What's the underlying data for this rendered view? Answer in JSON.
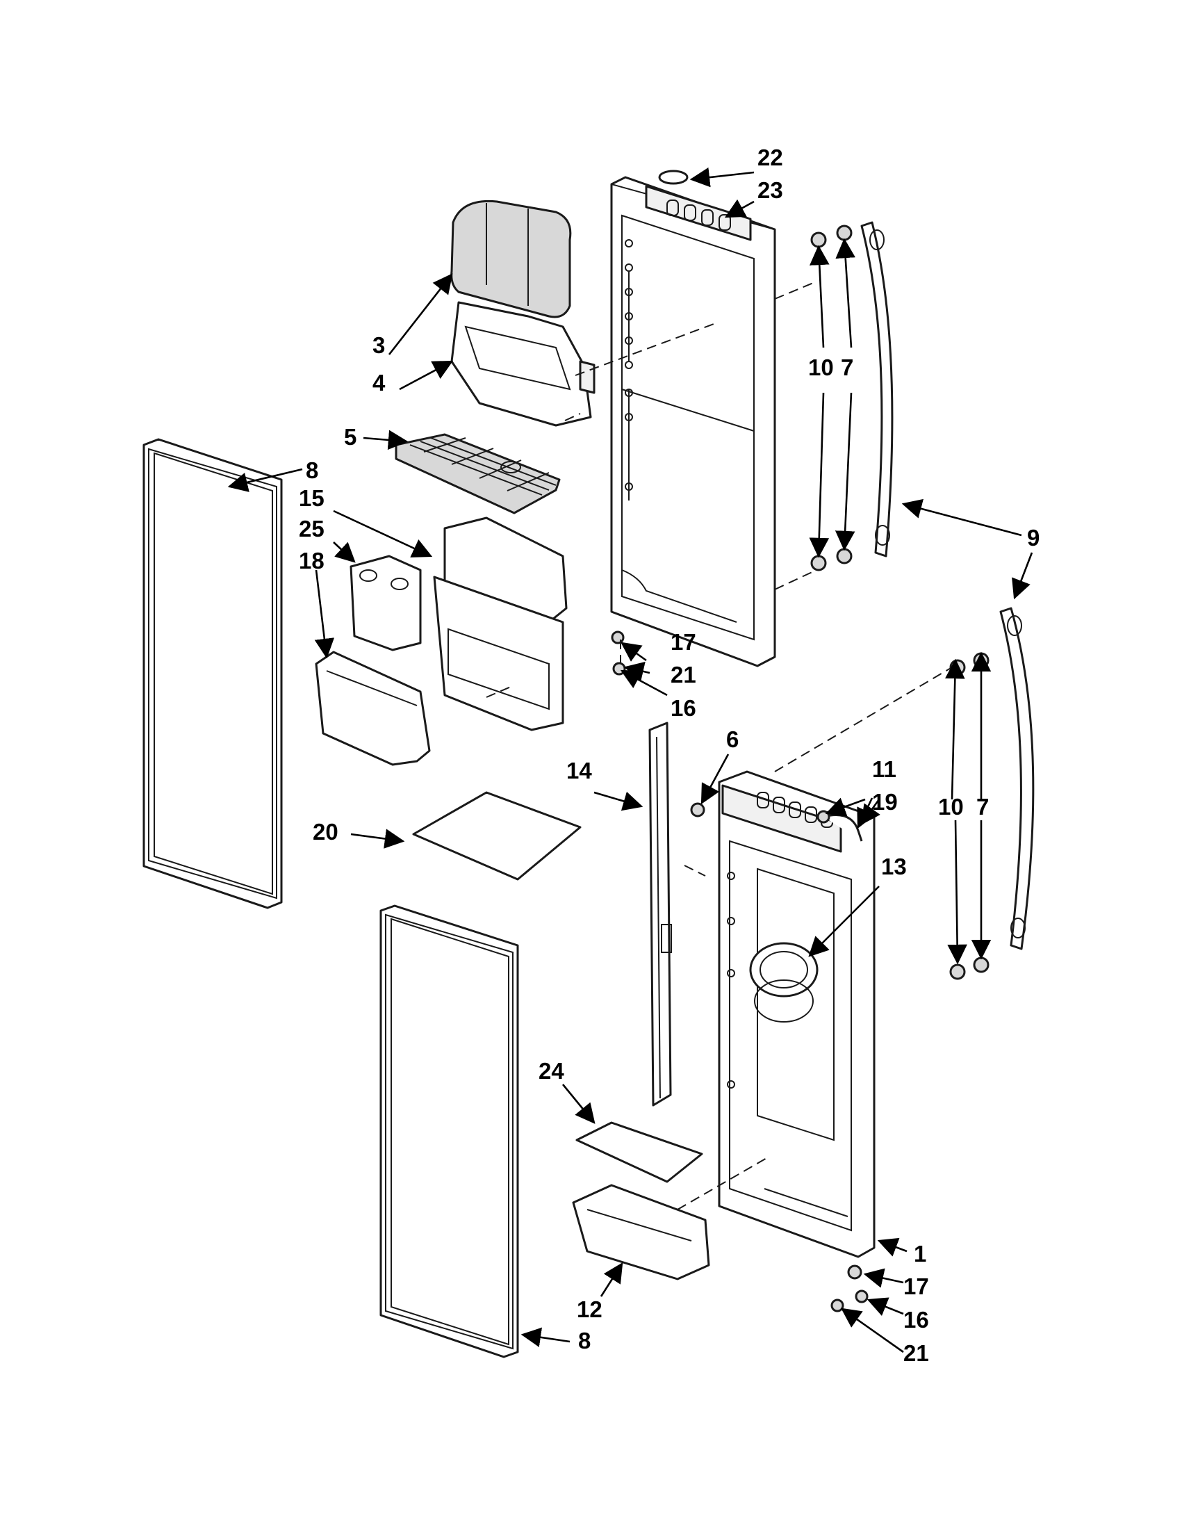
{
  "colors": {
    "line": "#1a1a1a",
    "background": "#ffffff",
    "shade": "#d8d8d8"
  },
  "callouts": {
    "c1": "1",
    "c3": "3",
    "c4": "4",
    "c5": "5",
    "c6": "6",
    "c7a": "7",
    "c7b": "7",
    "c8a": "8",
    "c8b": "8",
    "c9": "9",
    "c10a": "10",
    "c10b": "10",
    "c11": "11",
    "c12": "12",
    "c13": "13",
    "c14": "14",
    "c15": "15",
    "c16a": "16",
    "c16b": "16",
    "c17a": "17",
    "c17b": "17",
    "c18": "18",
    "c19": "19",
    "c20": "20",
    "c21a": "21",
    "c21b": "21",
    "c22": "22",
    "c23": "23",
    "c24": "24",
    "c25": "25"
  }
}
